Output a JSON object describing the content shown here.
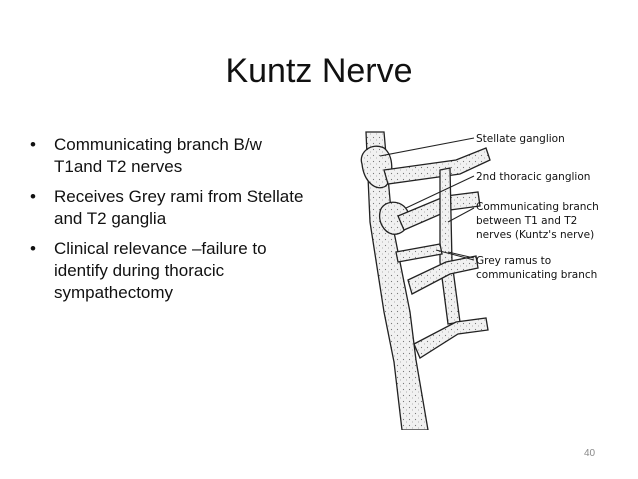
{
  "slide": {
    "title": "Kuntz Nerve",
    "bullets": [
      "Communicating branch B/w T1and T2 nerves",
      "Receives Grey rami from Stellate and T2 ganglia",
      "Clinical relevance –failure to identify during thoracic sympathectomy"
    ],
    "page_number": "40"
  },
  "figure": {
    "labels": {
      "stellate": "Stellate ganglion",
      "second_thoracic": "2nd thoracic ganglion",
      "comm_line1": "Communicating branch",
      "comm_line2": "between T1 and T2",
      "comm_line3": "nerves (Kuntz's nerve)",
      "grey_line1": "Grey ramus to",
      "grey_line2": "communicating branch"
    }
  }
}
